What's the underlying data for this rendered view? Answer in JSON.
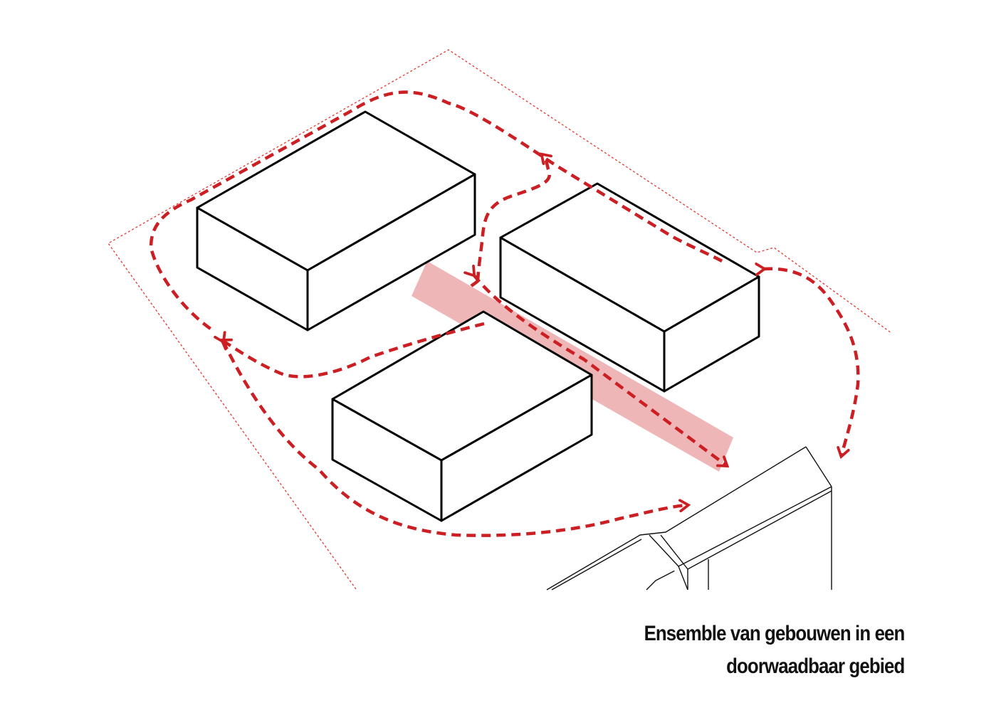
{
  "caption": {
    "line1": "Ensemble van gebouwen in een",
    "line2": "doorwaadbaar gebied"
  },
  "colors": {
    "route": "#cc1f24",
    "axis_band": "#eeb2b4",
    "boundary": "#e23a2f",
    "building_stroke": "#000000",
    "context_stroke": "#111111",
    "background": "#ffffff"
  },
  "elements": {
    "site_boundary": "dotted site boundary",
    "route_loop": "dashed walking route loop",
    "axis_band": "diagonal pedestrian axis",
    "buildings": [
      "building-northwest",
      "building-east",
      "building-south"
    ],
    "context": "existing pitched-roof building"
  }
}
